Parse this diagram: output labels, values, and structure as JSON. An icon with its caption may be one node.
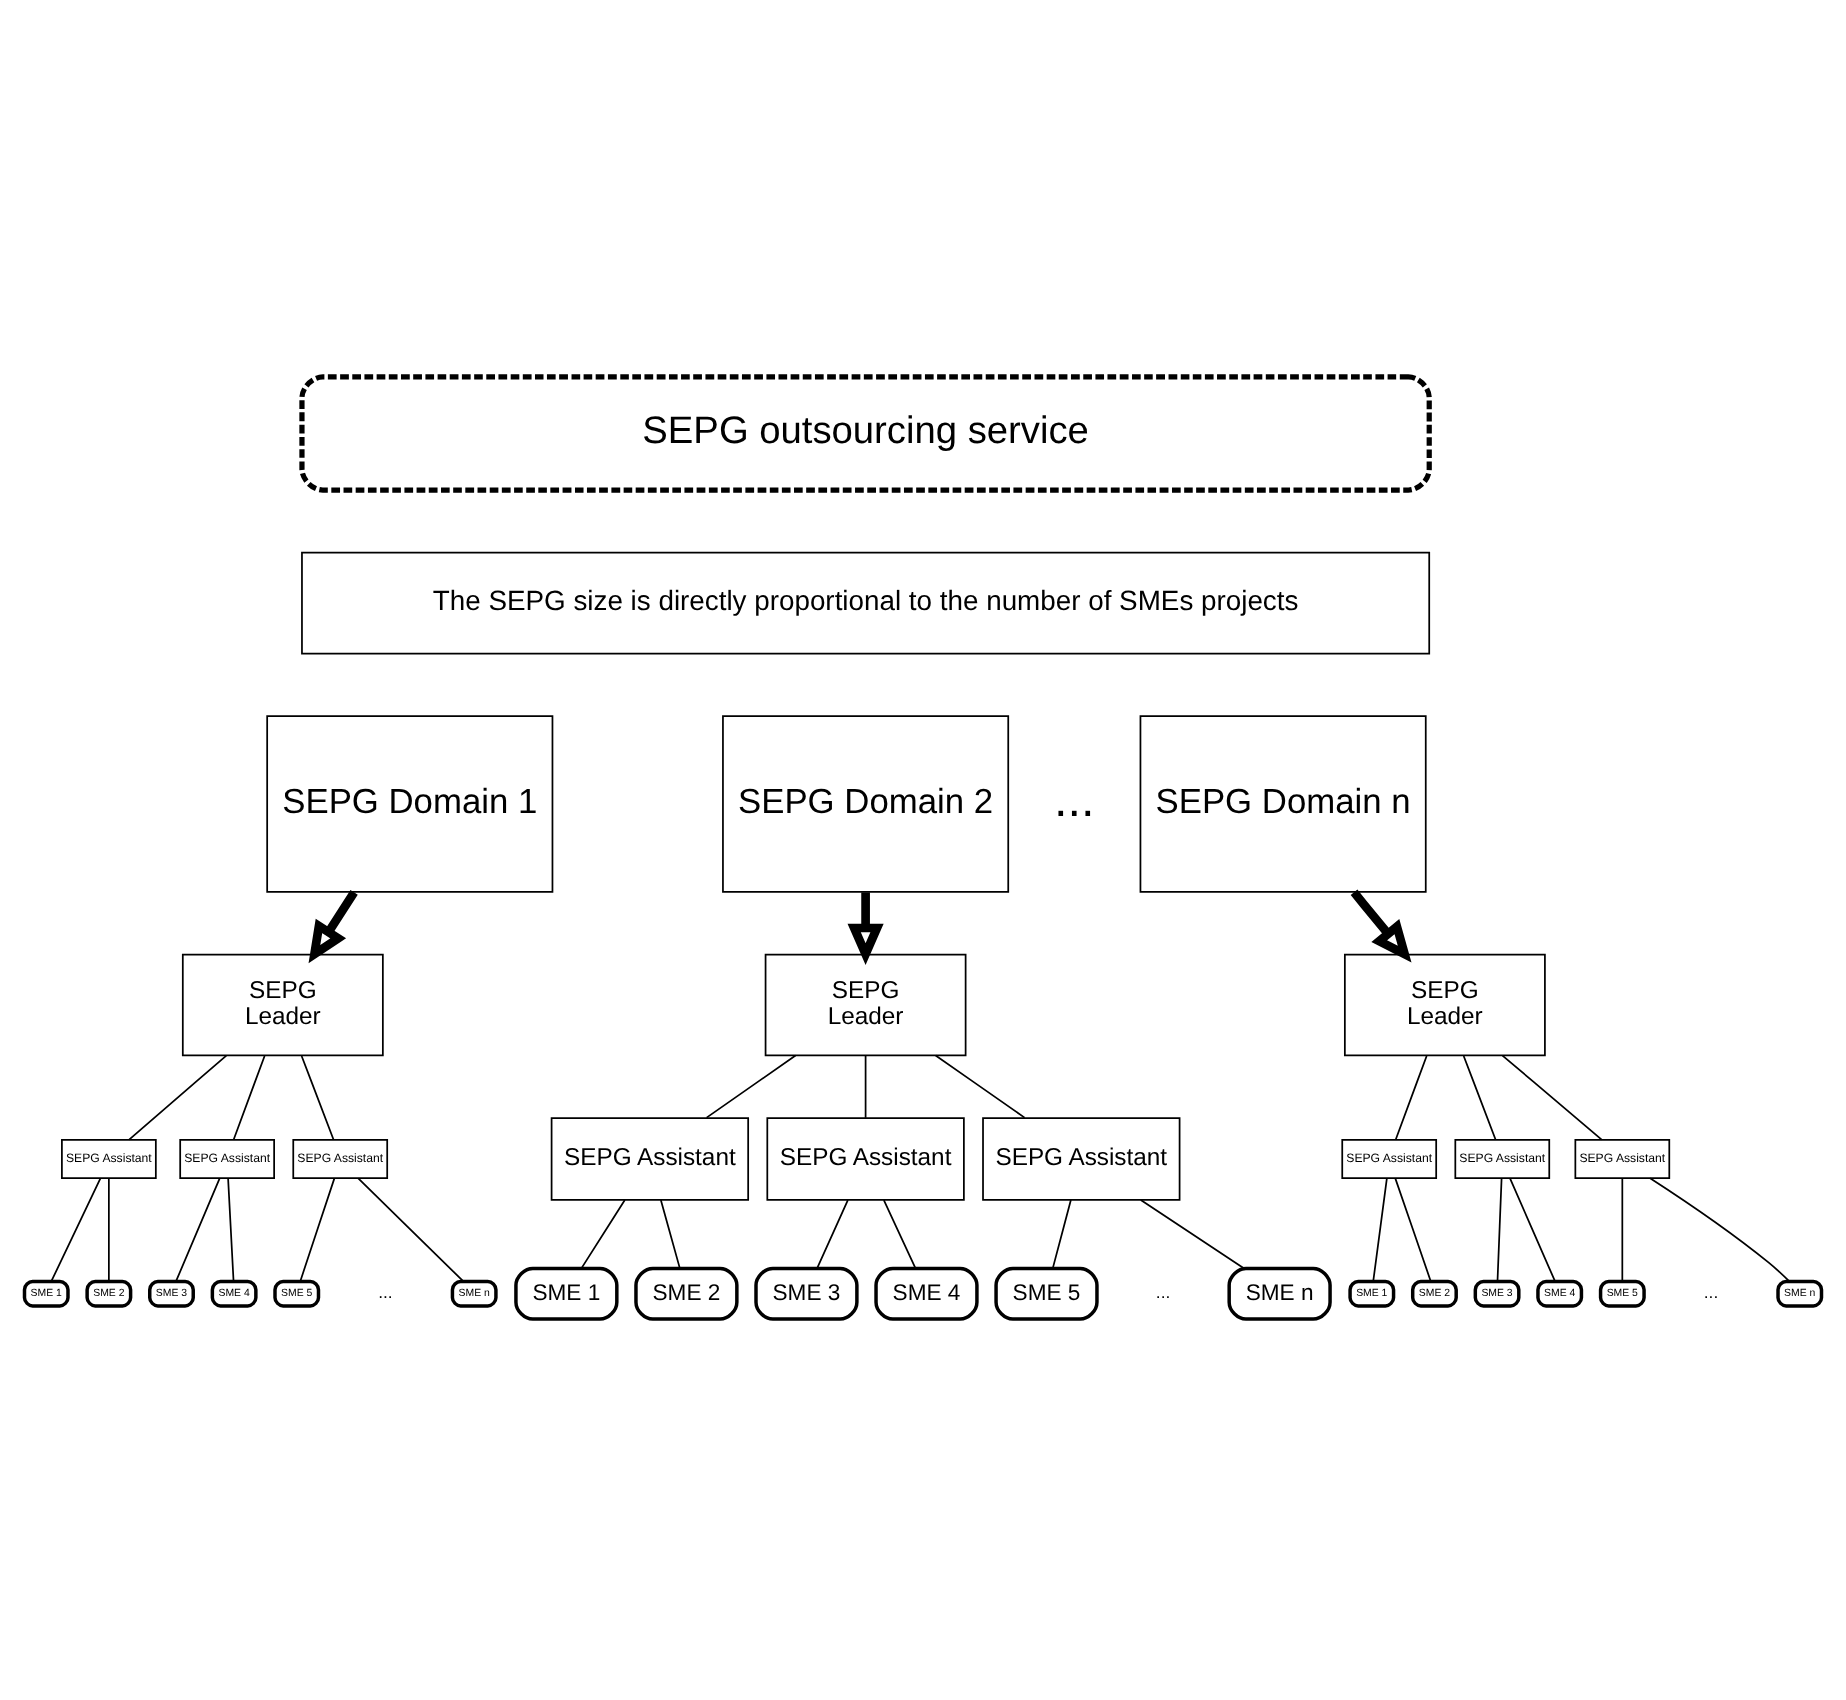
{
  "diagram": {
    "nodes": [
      {
        "text": [
          "SEPG outsourcing service"
        ]
      },
      {
        "text": [
          "The SEPG size is directly proportional to the number of SMEs projects"
        ]
      },
      {
        "text": [
          "SEPG Domain 1"
        ]
      },
      {
        "text": [
          "SEPG Domain 2"
        ]
      },
      {
        "text": [
          "SEPG Domain n"
        ]
      },
      {
        "text": [
          "SEPG",
          "Leader"
        ]
      },
      {
        "text": [
          "SEPG",
          "Leader"
        ]
      },
      {
        "text": [
          "SEPG",
          "Leader"
        ]
      },
      {
        "text": [
          "SEPG Assistant"
        ]
      },
      {
        "text": [
          "SEPG Assistant"
        ]
      },
      {
        "text": [
          "SEPG Assistant"
        ]
      },
      {
        "text": [
          "SME 1"
        ]
      },
      {
        "text": [
          "SME 2"
        ]
      },
      {
        "text": [
          "SME 3"
        ]
      },
      {
        "text": [
          "SME 4"
        ]
      },
      {
        "text": [
          "SME 5"
        ]
      },
      {
        "text": [
          "SME n"
        ]
      },
      {
        "text": [
          "SEPG Assistant"
        ]
      },
      {
        "text": [
          "SEPG Assistant"
        ]
      },
      {
        "text": [
          "SEPG Assistant"
        ]
      },
      {
        "text": [
          "SME 1"
        ]
      },
      {
        "text": [
          "SME 2"
        ]
      },
      {
        "text": [
          "SME 3"
        ]
      },
      {
        "text": [
          "SME 4"
        ]
      },
      {
        "text": [
          "SME 5"
        ]
      },
      {
        "text": [
          "SME n"
        ]
      },
      {
        "text": [
          "SEPG Assistant"
        ]
      },
      {
        "text": [
          "SEPG Assistant"
        ]
      },
      {
        "text": [
          "SEPG Assistant"
        ]
      },
      {
        "text": [
          "SME 1"
        ]
      },
      {
        "text": [
          "SME 2"
        ]
      },
      {
        "text": [
          "SME 3"
        ]
      },
      {
        "text": [
          "SME 4"
        ]
      },
      {
        "text": [
          "SME 5"
        ]
      },
      {
        "text": [
          "SME n"
        ]
      }
    ],
    "edges": [
      {
        "from": 2,
        "to": 5,
        "arrow": "to",
        "style": "thick"
      },
      {
        "from": 3,
        "to": 6,
        "arrow": "to",
        "style": "thick"
      },
      {
        "from": 4,
        "to": 7,
        "arrow": "to",
        "style": "thick"
      },
      {
        "from": 5,
        "to": 8,
        "arrow": "none"
      },
      {
        "from": 5,
        "to": 9,
        "arrow": "none"
      },
      {
        "from": 5,
        "to": 10,
        "arrow": "none"
      },
      {
        "from": 8,
        "to": 11,
        "arrow": "none"
      },
      {
        "from": 8,
        "to": 12,
        "arrow": "none"
      },
      {
        "from": 9,
        "to": 13,
        "arrow": "none"
      },
      {
        "from": 9,
        "to": 14,
        "arrow": "none"
      },
      {
        "from": 10,
        "to": 15,
        "arrow": "none"
      },
      {
        "from": 10,
        "to": 16,
        "arrow": "none"
      },
      {
        "from": 6,
        "to": 17,
        "arrow": "none"
      },
      {
        "from": 6,
        "to": 18,
        "arrow": "none"
      },
      {
        "from": 6,
        "to": 19,
        "arrow": "none"
      },
      {
        "from": 17,
        "to": 20,
        "arrow": "none"
      },
      {
        "from": 17,
        "to": 21,
        "arrow": "none"
      },
      {
        "from": 18,
        "to": 22,
        "arrow": "none"
      },
      {
        "from": 18,
        "to": 23,
        "arrow": "none"
      },
      {
        "from": 19,
        "to": 24,
        "arrow": "none"
      },
      {
        "from": 19,
        "to": 25,
        "arrow": "none"
      },
      {
        "from": 7,
        "to": 26,
        "arrow": "none"
      },
      {
        "from": 7,
        "to": 27,
        "arrow": "none"
      },
      {
        "from": 7,
        "to": 28,
        "arrow": "none"
      },
      {
        "from": 26,
        "to": 29,
        "arrow": "none"
      },
      {
        "from": 26,
        "to": 30,
        "arrow": "none"
      },
      {
        "from": 27,
        "to": 31,
        "arrow": "none"
      },
      {
        "from": 27,
        "to": 32,
        "arrow": "none"
      },
      {
        "from": 28,
        "to": 33,
        "arrow": "none"
      },
      {
        "from": 28,
        "to": 34,
        "arrow": "none"
      }
    ],
    "labels": [
      "...",
      "...",
      "...",
      "..."
    ]
  }
}
